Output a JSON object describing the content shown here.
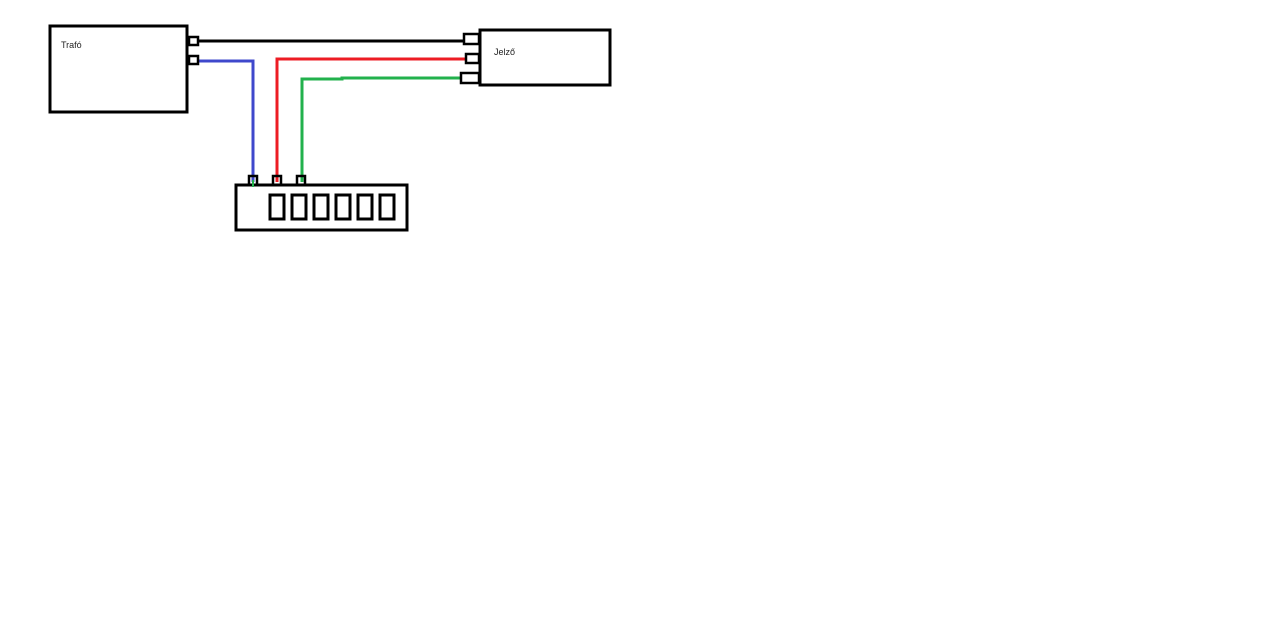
{
  "labels": {
    "transformer": "Trafó",
    "signal": "Jelző"
  },
  "colors": {
    "outline": "#000000",
    "wire_black": "#000000",
    "wire_blue": "#3f48cc",
    "wire_red": "#ed1c24",
    "wire_green": "#22b14c"
  },
  "terminal_block": {
    "slot_count": 6,
    "pin_count": 3
  }
}
